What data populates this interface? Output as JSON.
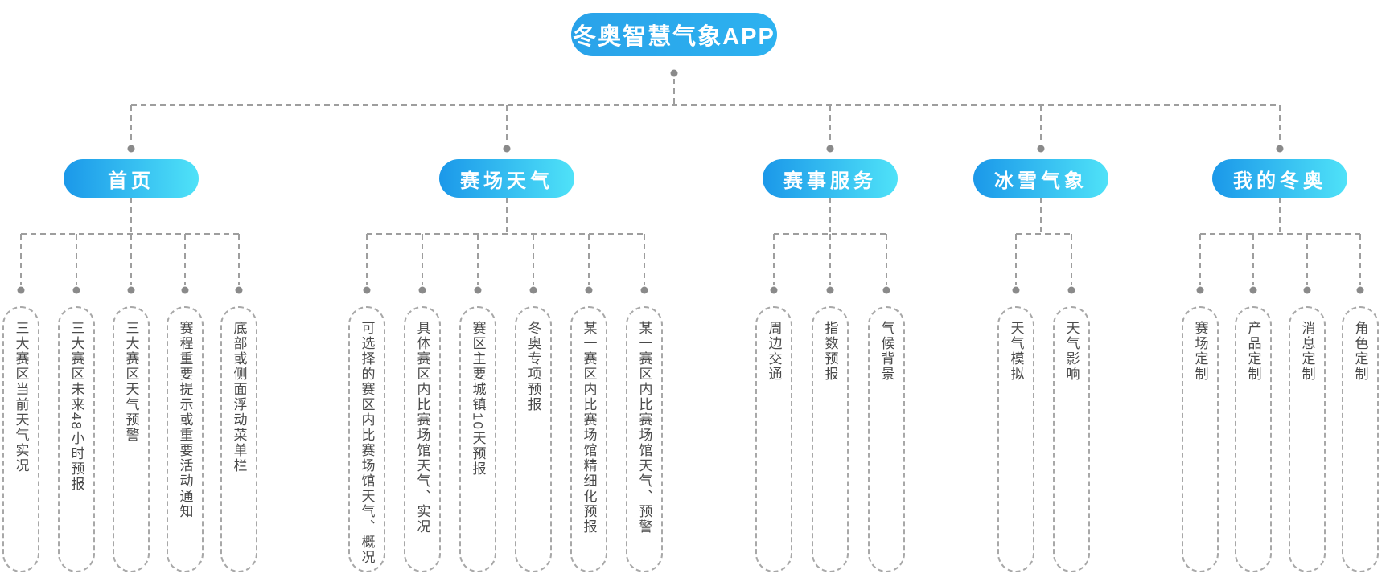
{
  "root": {
    "label": "冬奥智慧气象APP"
  },
  "colors": {
    "root_pill": "#29a8ea",
    "section_pill_gradient_start": "#1b98e9",
    "section_pill_gradient_end": "#4fe2f8",
    "connector_line": "#9e9e9e",
    "connector_dot": "#8a8a8a",
    "leaf_border": "#a8a8a8",
    "leaf_text": "#4a4a4a"
  },
  "sections": [
    {
      "label": "首页",
      "leaves": [
        "三大赛区当前天气实况",
        "三大赛区未来48小时预报",
        "三大赛区天气预警",
        "赛程重要提示或重要活动通知",
        "底部或侧面浮动菜单栏"
      ]
    },
    {
      "label": "赛场天气",
      "leaves": [
        "可选择的赛区内比赛场馆天气、概况",
        "具体赛区内比赛场馆天气、实况",
        "赛区主要城镇10天预报",
        "冬奥专项预报",
        "某一赛区内比赛场馆精细化预报",
        "某一赛区内比赛场馆天气、预警"
      ]
    },
    {
      "label": "赛事服务",
      "leaves": [
        "周边交通",
        "指数预报",
        "气候背景"
      ]
    },
    {
      "label": "冰雪气象",
      "leaves": [
        "天气模拟",
        "天气影响"
      ]
    },
    {
      "label": "我的冬奥",
      "leaves": [
        "赛场定制",
        "产品定制",
        "消息定制",
        "角色定制"
      ]
    }
  ]
}
